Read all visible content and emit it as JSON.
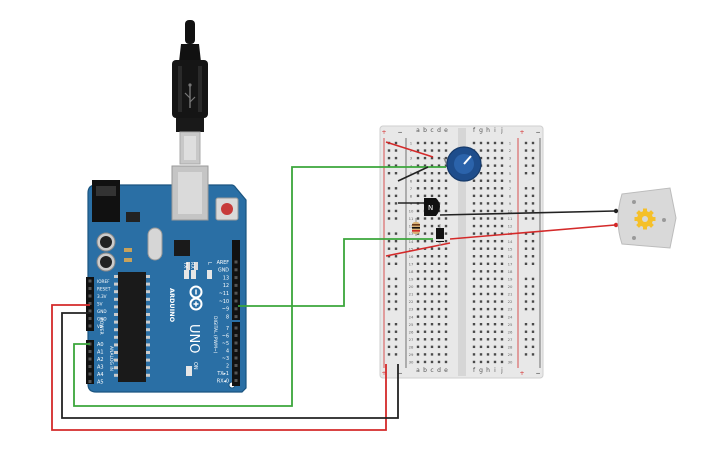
{
  "arduino": {
    "brand": "ARDUINO",
    "model": "UNO",
    "power_label": "POWER",
    "analog_label": "ANALOG IN",
    "digital_label": "DIGITAL (PWM~)",
    "power_pins": [
      "IOREF",
      "RESET",
      "3.3V",
      "5V",
      "GND",
      "GND",
      "Vin"
    ],
    "analog_pins": [
      "A0",
      "A1",
      "A2",
      "A3",
      "A4",
      "A5"
    ],
    "digital_pins_top": [
      "AREF",
      "GND",
      "13",
      "12",
      "~11",
      "~10",
      "~9",
      "8"
    ],
    "digital_pins_bottom": [
      "7",
      "~6",
      "~5",
      "4",
      "~3",
      "2",
      "TX▸1",
      "RX◂0"
    ],
    "led_labels": [
      "TX",
      "RX"
    ],
    "led_l": "L",
    "on_label": "ON"
  },
  "breadboard": {
    "col_letters_left": [
      "a",
      "b",
      "c",
      "d",
      "e"
    ],
    "col_letters_right": [
      "f",
      "g",
      "h",
      "i",
      "j"
    ],
    "rail_plus": "+",
    "rail_minus": "−",
    "row_numbers": [
      "1",
      "2",
      "3",
      "4",
      "5",
      "6",
      "7",
      "8",
      "9",
      "10",
      "11",
      "12",
      "13",
      "14",
      "15",
      "16",
      "17",
      "18",
      "19",
      "20",
      "21",
      "22",
      "23",
      "24",
      "25",
      "26",
      "27",
      "28",
      "29",
      "30"
    ]
  },
  "transistor": {
    "label": "N"
  },
  "colors": {
    "board": "#2a6fa5",
    "board_dark": "#1b5580",
    "wire_red": "#d42a2a",
    "wire_black": "#222222",
    "wire_green": "#3ba63b",
    "breadboard": "#e8e8e8",
    "pot_body": "#1e4d8c",
    "motor_body": "#d9d9d9",
    "motor_gear": "#f5c02a"
  }
}
